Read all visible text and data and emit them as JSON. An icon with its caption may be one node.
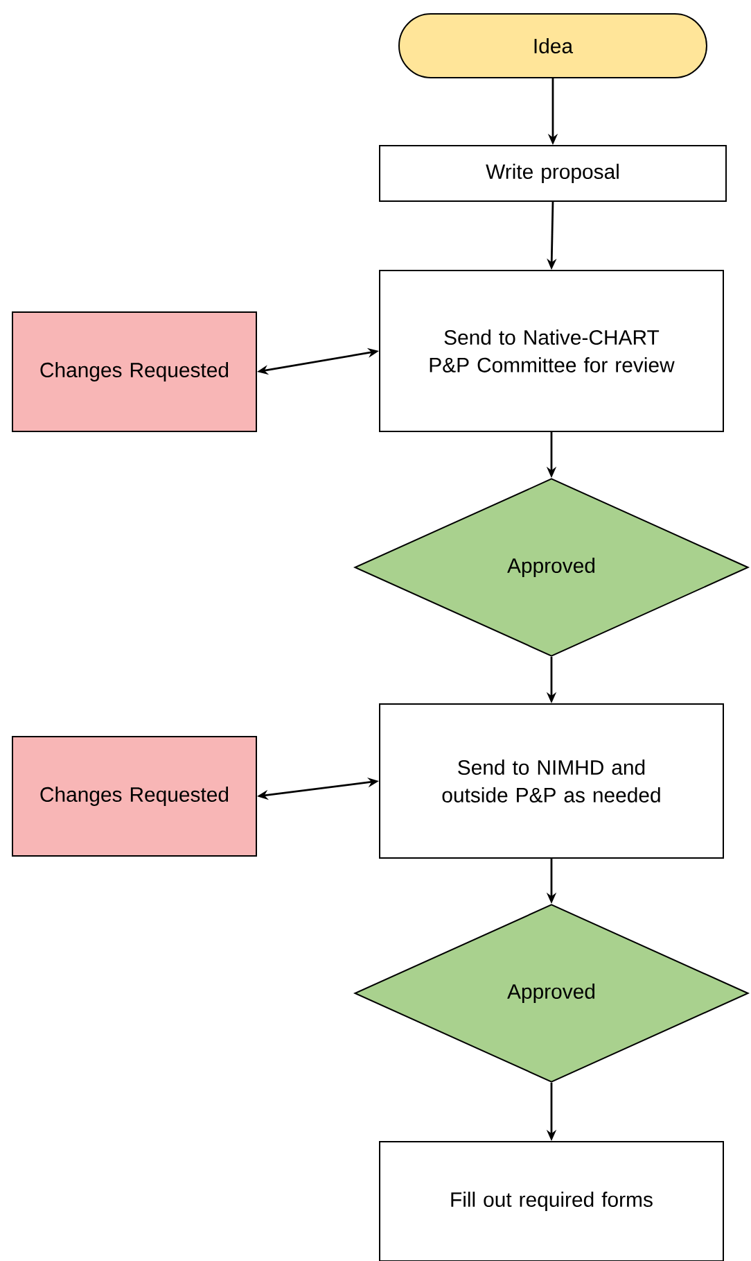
{
  "diagram": {
    "nodes": [
      {
        "text": [
          "Idea"
        ]
      },
      {
        "text": [
          "Write proposal"
        ]
      },
      {
        "text": [
          "Send to Native-CHART P&P Committee for review"
        ]
      },
      {
        "text": [
          "Changes Requested"
        ]
      },
      {
        "text": [
          "Approved"
        ]
      },
      {
        "text": [
          "Send to NIMHD and outside P&P as needed"
        ]
      },
      {
        "text": [
          "Changes Requested"
        ]
      },
      {
        "text": [
          "Approved"
        ]
      },
      {
        "text": [
          "Fill out required forms"
        ]
      }
    ],
    "edges": [
      {
        "from": 0,
        "to": 1,
        "arrow": "to"
      },
      {
        "from": 1,
        "to": 2,
        "arrow": "to"
      },
      {
        "from": 2,
        "to": 3,
        "arrow": "both"
      },
      {
        "from": 2,
        "to": 4,
        "arrow": "to"
      },
      {
        "from": 4,
        "to": 5,
        "arrow": "to"
      },
      {
        "from": 5,
        "to": 6,
        "arrow": "both"
      },
      {
        "from": 5,
        "to": 7,
        "arrow": "to"
      },
      {
        "from": 7,
        "to": 8,
        "arrow": "to"
      }
    ]
  }
}
